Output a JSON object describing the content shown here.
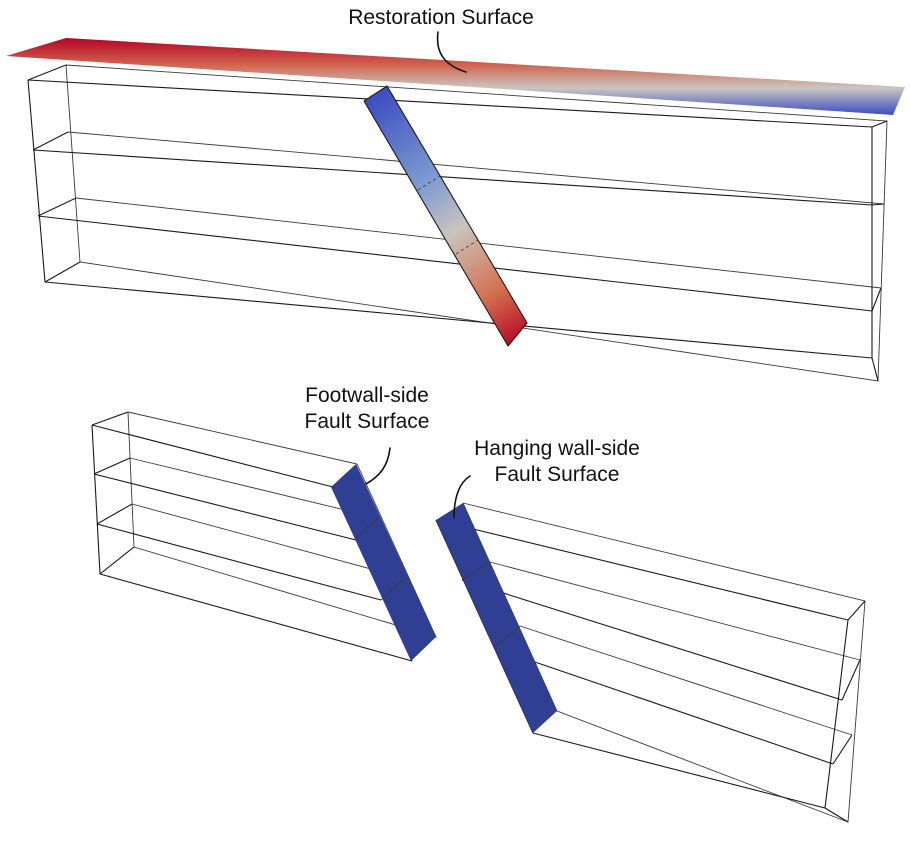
{
  "labels": {
    "restoration": "Restoration Surface",
    "footwall_line1": "Footwall-side",
    "footwall_line2": "Fault Surface",
    "hanging_line1": "Hanging wall-side",
    "hanging_line2": "Fault Surface"
  },
  "colors": {
    "background": "#ffffff",
    "wireframe": "#1a1a1a",
    "fault_surface_split": "#2e3f94",
    "gradient_red": "#b40426",
    "gradient_orange": "#d1644e",
    "gradient_light": "#c9c6c2",
    "gradient_blue": "#3b4cc0"
  }
}
